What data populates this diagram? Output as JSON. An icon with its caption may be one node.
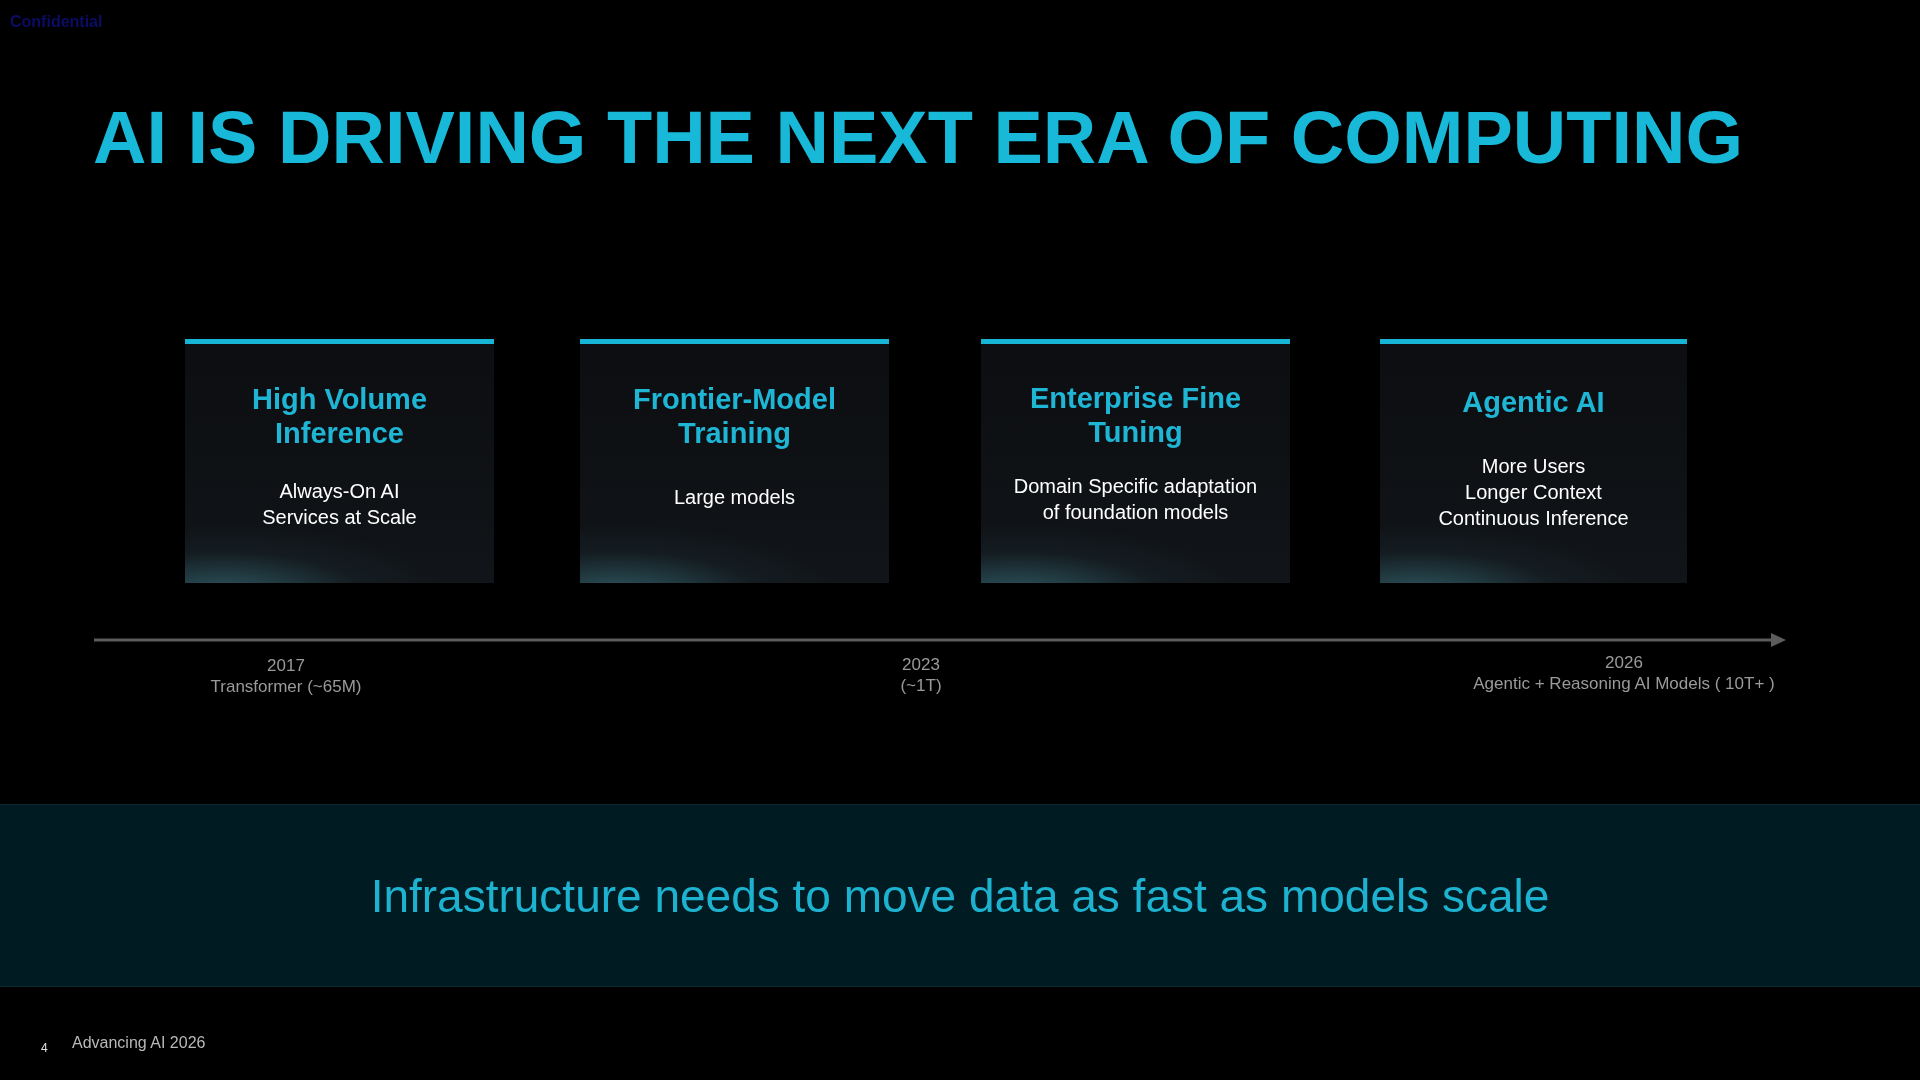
{
  "diagram": {
    "title": "AI IS DRIVING THE NEXT ERA OF COMPUTING",
    "nodes": [
      {
        "text": [
          "High Volume Inference",
          "Always-On AI Services at Scale"
        ]
      },
      {
        "text": [
          "Frontier-Model Training",
          "Large models"
        ]
      },
      {
        "text": [
          "Enterprise Fine Tuning",
          "Domain Specific adaptation of foundation models"
        ]
      },
      {
        "text": [
          "Agentic AI",
          "More Users",
          "Longer Context",
          "Continuous Inference"
        ]
      },
      {
        "text": [
          "Infrastructure needs to move data as fast as models scale"
        ]
      }
    ],
    "labels": [
      "Confidential",
      "2017",
      "Transformer (~65M)",
      "2023",
      "(~1T)",
      "2026",
      "Agentic + Reasoning AI Models ( 10T+ )",
      "4",
      "Advancing AI 2026"
    ]
  }
}
